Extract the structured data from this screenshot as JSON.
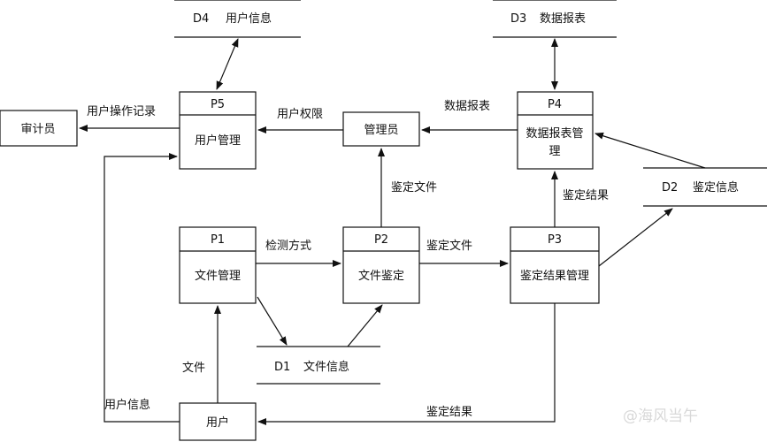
{
  "diagram": {
    "processes": {
      "p5": {
        "id": "P5",
        "name": "用户管理"
      },
      "p4": {
        "id": "P4",
        "name_line1": "数据报表管",
        "name_line2": "理"
      },
      "p1": {
        "id": "P1",
        "name": "文件管理"
      },
      "p2": {
        "id": "P2",
        "name": "文件鉴定"
      },
      "p3": {
        "id": "P3",
        "name": "鉴定结果管理"
      }
    },
    "entities": {
      "auditor": "审计员",
      "admin": "管理员",
      "user": "用户"
    },
    "stores": {
      "d4": {
        "id": "D4",
        "name": "用户信息"
      },
      "d3": {
        "id": "D3",
        "name": "数据报表"
      },
      "d2": {
        "id": "D2",
        "name": "鉴定信息"
      },
      "d1": {
        "id": "D1",
        "name": "文件信息"
      }
    },
    "flows": {
      "operation_log": "用户操作记录",
      "user_permission": "用户权限",
      "data_report": "数据报表",
      "identify_file_up": "鉴定文件",
      "identify_result_up": "鉴定结果",
      "detect_method": "检测方式",
      "identify_file_right": "鉴定文件",
      "file": "文件",
      "user_info": "用户信息",
      "identify_result_bottom": "鉴定结果"
    },
    "watermark": "@海风当午"
  }
}
